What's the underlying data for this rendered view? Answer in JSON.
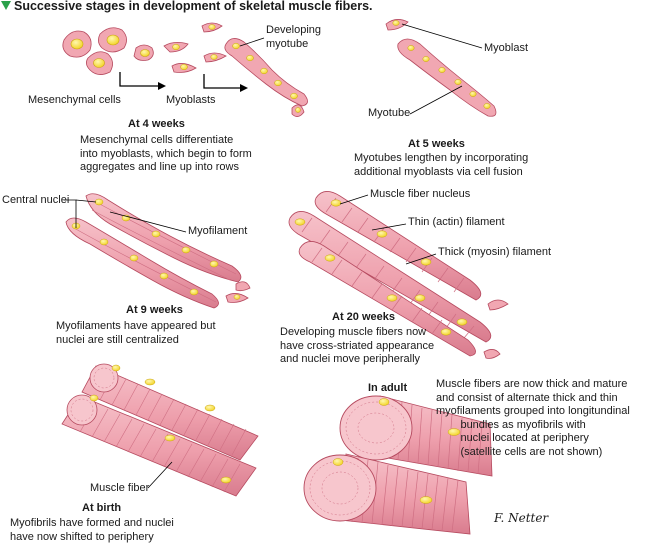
{
  "figure": {
    "title": "Successive stages in development of skeletal muscle fibers.",
    "colors": {
      "fiber_fill": "#f2a9b4",
      "fiber_stroke": "#b64a5f",
      "striation": "#cf6f83",
      "nucleus_fill": "#f6e03a",
      "nucleus_stroke": "#c9a610",
      "accent_triangle": "#2aa14a",
      "leader_line": "#000000"
    }
  },
  "panels": {
    "four_weeks": {
      "labels": {
        "mesenchymal": "Mesenchymal cells",
        "myoblasts": "Myoblasts",
        "developing_myotube": "Developing\nmyotube"
      },
      "title": "At 4 weeks",
      "description": "Mesenchymal cells differentiate\ninto myoblasts, which begin to form\naggregates and line up into rows"
    },
    "five_weeks": {
      "labels": {
        "myoblast": "Myoblast",
        "myotube": "Myotube"
      },
      "title": "At 5 weeks",
      "description": "Myotubes lengthen by incorporating\nadditional myoblasts via cell fusion"
    },
    "nine_weeks": {
      "labels": {
        "central_nuclei": "Central nuclei",
        "myofilament": "Myofilament"
      },
      "title": "At 9 weeks",
      "description": "Myofilaments have appeared but\nnuclei are still centralized"
    },
    "twenty_weeks": {
      "labels": {
        "fiber_nucleus": "Muscle fiber nucleus",
        "thin_filament": "Thin (actin) filament",
        "thick_filament": "Thick (myosin) filament"
      },
      "title": "At 20 weeks",
      "description": "Developing muscle fibers now\nhave cross-striated appearance\nand nuclei move peripherally"
    },
    "birth": {
      "labels": {
        "muscle_fiber": "Muscle fiber"
      },
      "title": "At birth",
      "description": "Myofibrils have formed and nuclei\nhave now shifted to periphery"
    },
    "adult": {
      "title": "In adult",
      "description": "Muscle fibers are now thick and mature\nand consist of alternate thick and thin\nmyofilaments grouped into longitundinal\n        bundles as myofibrils with\n        nuclei located at periphery\n        (satellite cells are not shown)"
    }
  },
  "signature": "F. Netter"
}
